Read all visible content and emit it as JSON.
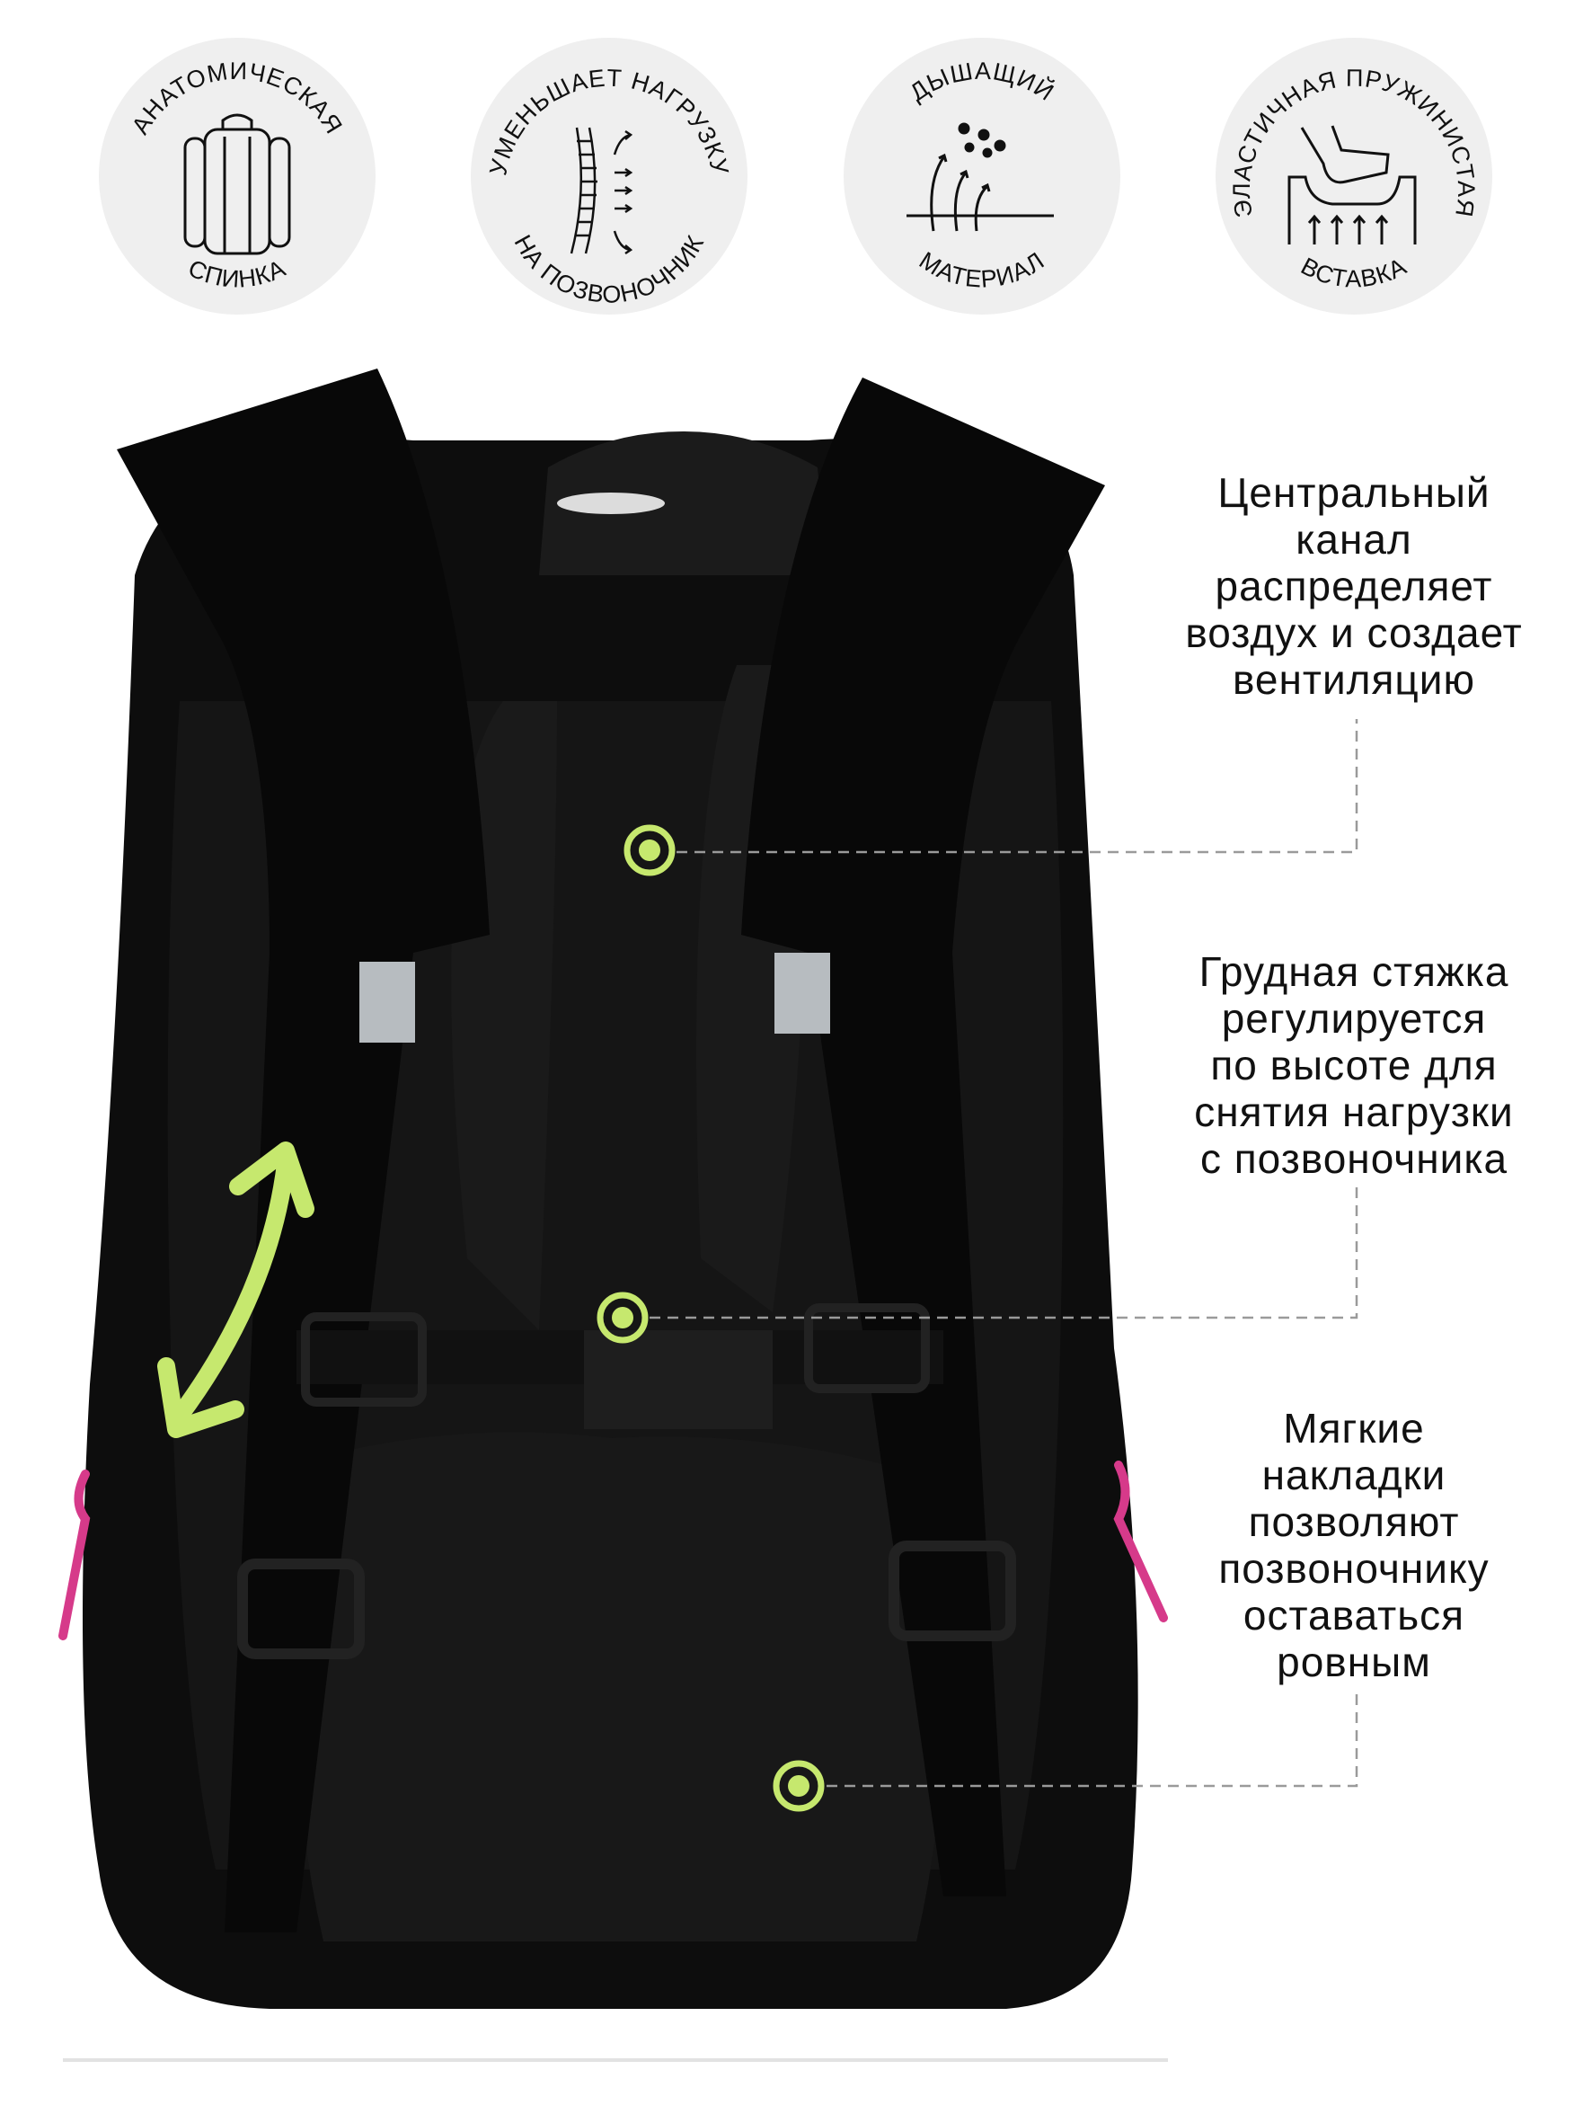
{
  "badges": [
    {
      "top_text": "АНАТОМИЧЕСКАЯ",
      "bottom_text": "СПИНКА",
      "icon": "backpack-back-icon"
    },
    {
      "top_text": "УМЕНЬШАЕТ НАГРУЗКУ",
      "bottom_text": "НА ПОЗВОНОЧНИК",
      "icon": "spine-icon"
    },
    {
      "top_text": "ДЫШАЩИЙ",
      "bottom_text": "МАТЕРИАЛ",
      "icon": "airflow-icon"
    },
    {
      "top_text": "ЭЛАСТИЧНАЯ ПРУЖИНИСТАЯ",
      "bottom_text": "ВСТАВКА",
      "icon": "cushion-insert-icon"
    }
  ],
  "callouts": [
    {
      "lines": [
        "Центральный",
        "канал",
        "распределяет",
        "воздух и создает",
        "вентиляцию"
      ]
    },
    {
      "lines": [
        "Грудная стяжка",
        "регулируется",
        "по высоте для",
        "снятия нагрузки",
        "с позвоночника"
      ]
    },
    {
      "lines": [
        "Мягкие",
        "накладки",
        "позволяют",
        "позвоночнику",
        "оставаться",
        "ровным"
      ]
    }
  ],
  "colors": {
    "accent": "#c6e86e",
    "badge_bg": "#efefef",
    "pink": "#d63a8a",
    "bag": "#0d0d0d"
  }
}
